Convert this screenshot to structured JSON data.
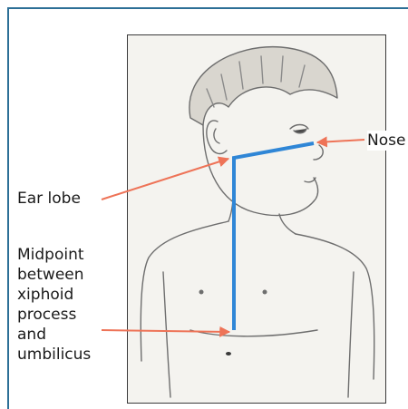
{
  "figure": {
    "labels": {
      "nose": "Nose",
      "ear_lobe": "Ear lobe",
      "midpoint_lines": [
        "Midpoint",
        "between",
        "xiphoid",
        "process",
        "and",
        "umbilicus"
      ]
    },
    "colors": {
      "frame": "#2c6f96",
      "measure_line": "#2f86d6",
      "pointer_arrow": "#ee7357",
      "photo_border": "#3a3a3a",
      "paper": "#f4f3ef"
    }
  }
}
